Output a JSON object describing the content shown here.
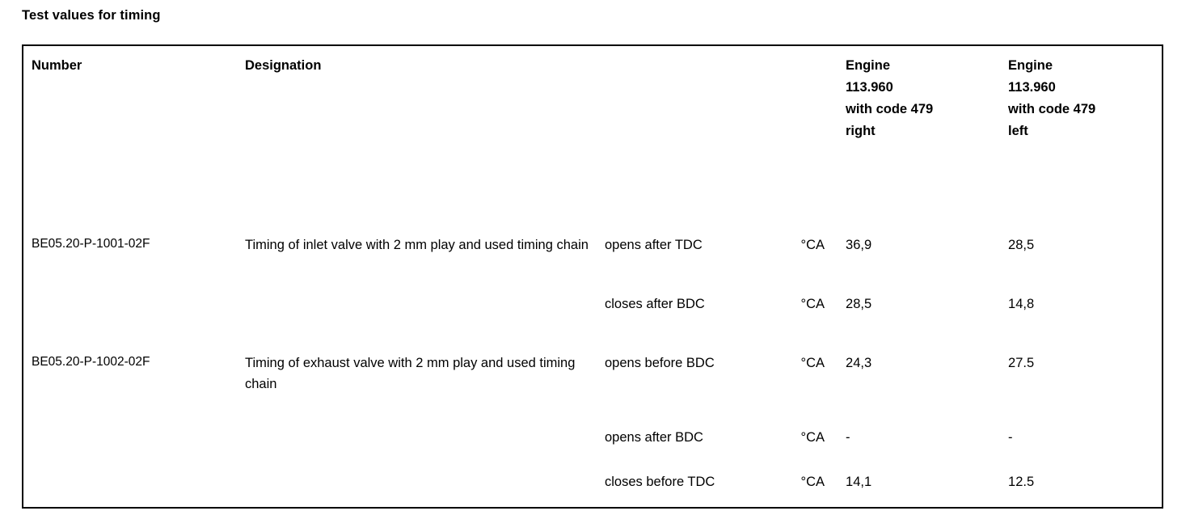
{
  "document": {
    "title": "Test values for timing"
  },
  "table": {
    "headers": {
      "number": "Number",
      "designation": "Designation",
      "condition": "",
      "unit": "",
      "engine_right": [
        "Engine",
        "113.960",
        "with code 479",
        "right"
      ],
      "engine_left": [
        "Engine",
        "113.960",
        "with code 479",
        "left"
      ]
    },
    "rows": [
      {
        "number": "BE05.20-P-1001-02F",
        "designation": "Timing of inlet valve with 2 mm play and used timing chain",
        "measurements": [
          {
            "condition": "opens after TDC",
            "unit": "°CA",
            "right": "36,9",
            "left": "28,5"
          },
          {
            "condition": "closes after BDC",
            "unit": "°CA",
            "right": "28,5",
            "left": "14,8"
          }
        ]
      },
      {
        "number": "BE05.20-P-1002-02F",
        "designation": "Timing of exhaust valve with 2 mm play and used timing chain",
        "measurements": [
          {
            "condition": "opens before BDC",
            "unit": "°CA",
            "right": "24,3",
            "left": "27.5"
          },
          {
            "condition": "opens after BDC",
            "unit": "°CA",
            "right": "-",
            "left": "-"
          },
          {
            "condition": "closes before TDC",
            "unit": "°CA",
            "right": "14,1",
            "left": "12.5"
          }
        ]
      }
    ]
  },
  "colors": {
    "background": "#ffffff",
    "text": "#000000",
    "rule": "#000000"
  }
}
